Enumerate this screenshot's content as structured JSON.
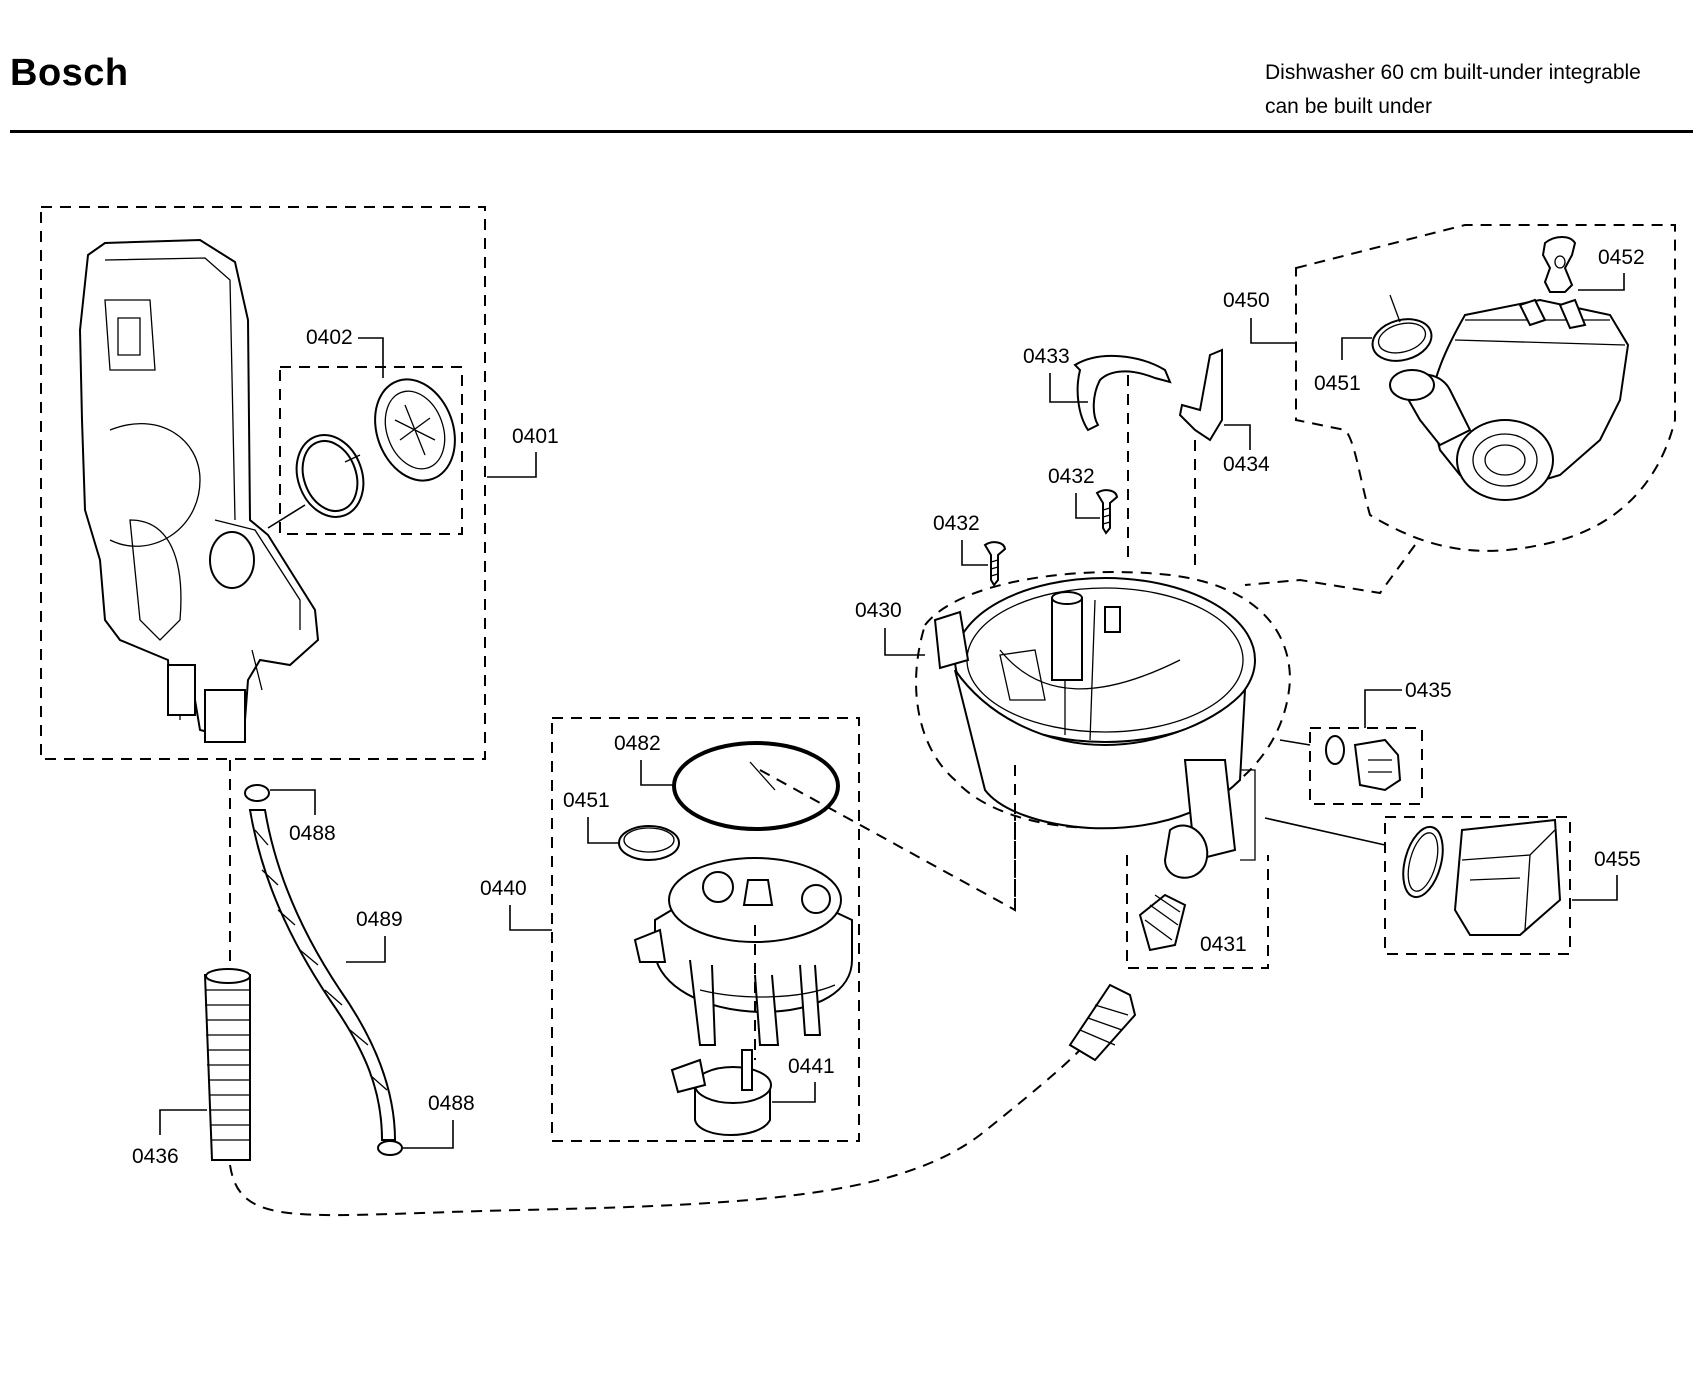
{
  "header": {
    "brand": "Bosch",
    "subtitle_line1": "Dishwasher 60 cm built-under integrable",
    "subtitle_line2": "can be built under"
  },
  "callouts": {
    "c0401": "0401",
    "c0402": "0402",
    "c0430": "0430",
    "c0431": "0431",
    "c0432a": "0432",
    "c0432b": "0432",
    "c0433": "0433",
    "c0434": "0434",
    "c0435": "0435",
    "c0436": "0436",
    "c0440": "0440",
    "c0441": "0441",
    "c0450": "0450",
    "c0451a": "0451",
    "c0451b": "0451",
    "c0452": "0452",
    "c0455": "0455",
    "c0482": "0482",
    "c0488a": "0488",
    "c0488b": "0488",
    "c0489": "0489"
  }
}
